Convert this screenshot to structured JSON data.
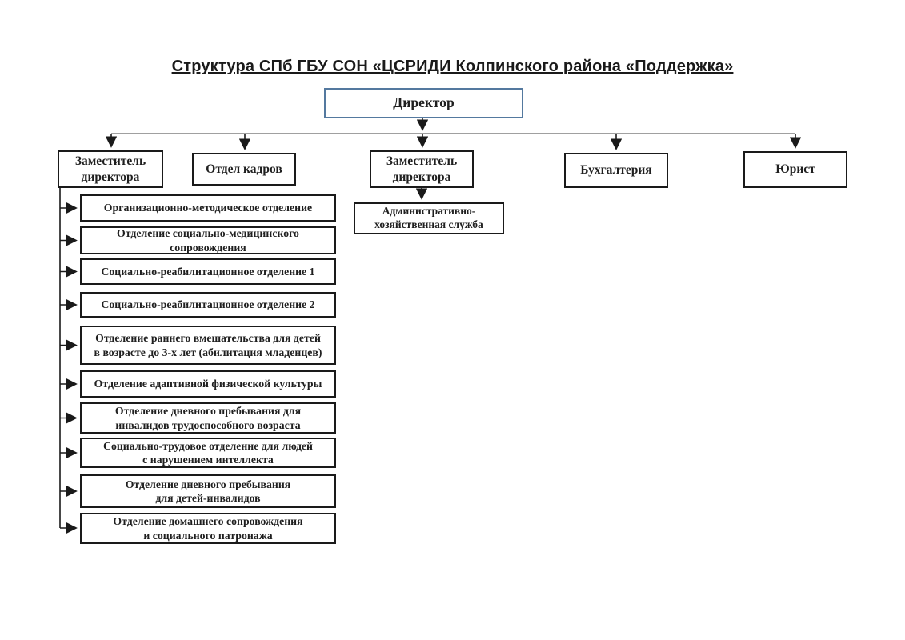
{
  "title": "Структура СПб ГБУ СОН «ЦСРИДИ Колпинского района «Поддержка»",
  "colors": {
    "director_border": "#54799f",
    "box_border": "#1a1a1a",
    "connector_line": "#808080",
    "arrow": "#1a1a1a",
    "background": "#ffffff"
  },
  "org": {
    "director": {
      "label": "Директор"
    },
    "level2": [
      {
        "label": "Заместитель\nдиректора"
      },
      {
        "label": "Отдел кадров"
      },
      {
        "label": "Заместитель\nдиректора"
      },
      {
        "label": "Бухгалтерия"
      },
      {
        "label": "Юрист"
      }
    ],
    "admin_service": {
      "label": "Административно-\nхозяйственная служба"
    },
    "departments": [
      {
        "label": "Организационно-методическое отделение"
      },
      {
        "label": "Отделение социально-медицинского\nсопровождения"
      },
      {
        "label": "Социально-реабилитационное отделение 1"
      },
      {
        "label": "Социально-реабилитационное отделение 2"
      },
      {
        "label": "Отделение раннего вмешательства для детей\nв возрасте до 3-х лет (абилитация младенцев)"
      },
      {
        "label": "Отделение адаптивной физической культуры"
      },
      {
        "label": "Отделение дневного пребывания для\nинвалидов трудоспособного возраста"
      },
      {
        "label": "Социально-трудовое отделение для людей\nс нарушением интеллекта"
      },
      {
        "label": "Отделение дневного пребывания\nдля детей-инвалидов"
      },
      {
        "label": "Отделение домашнего сопровождения\nи социального патронажа"
      }
    ]
  }
}
